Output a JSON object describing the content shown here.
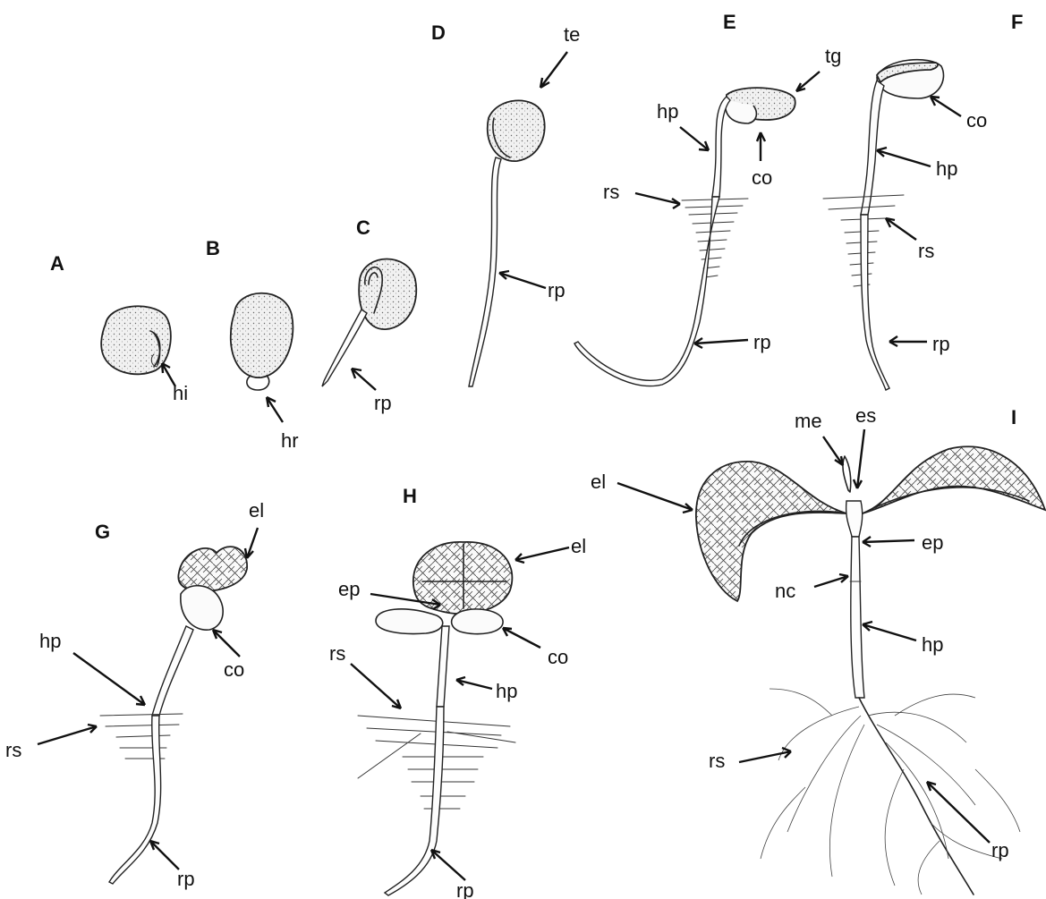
{
  "panels": {
    "A": {
      "letter": "A",
      "labels": {
        "hi": "hi"
      }
    },
    "B": {
      "letter": "B",
      "labels": {
        "hr": "hr"
      }
    },
    "C": {
      "letter": "C",
      "labels": {
        "rp": "rp"
      }
    },
    "D": {
      "letter": "D",
      "labels": {
        "te": "te",
        "rp": "rp"
      }
    },
    "E": {
      "letter": "E",
      "labels": {
        "tg": "tg",
        "hp": "hp",
        "co": "co",
        "rs": "rs",
        "rp": "rp"
      }
    },
    "F": {
      "letter": "F",
      "labels": {
        "co": "co",
        "hp": "hp",
        "rs": "rs",
        "rp": "rp"
      }
    },
    "G": {
      "letter": "G",
      "labels": {
        "el": "el",
        "co": "co",
        "hp": "hp",
        "rs": "rs",
        "rp": "rp"
      }
    },
    "H": {
      "letter": "H",
      "labels": {
        "el": "el",
        "ep": "ep",
        "co": "co",
        "rs": "rs",
        "hp": "hp",
        "rp": "rp"
      }
    },
    "I": {
      "letter": "I",
      "labels": {
        "me": "me",
        "es": "es",
        "el": "el",
        "ep": "ep",
        "nc": "nc",
        "hp": "hp",
        "rs": "rs",
        "rp": "rp"
      }
    }
  },
  "style": {
    "ink": "#222222",
    "background": "#ffffff"
  }
}
